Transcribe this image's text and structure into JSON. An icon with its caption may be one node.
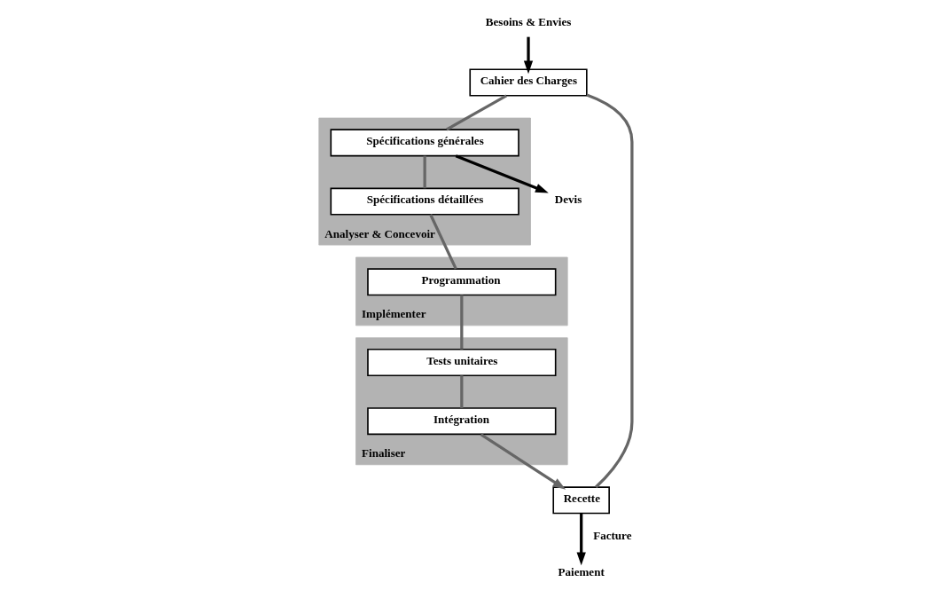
{
  "diagram": {
    "nodes": [
      {
        "text": [
          "Besoins & Envies"
        ]
      },
      {
        "text": [
          "Devis"
        ]
      },
      {
        "text": [
          "Cahier des Charges"
        ]
      },
      {
        "text": [
          "Recette"
        ]
      },
      {
        "text": [
          "Analyser & Concevoir"
        ]
      },
      {
        "text": [
          "Spécifications générales"
        ],
        "in": 4
      },
      {
        "text": [
          "Spécifications détaillées"
        ],
        "in": 4
      },
      {
        "text": [
          "Finaliser"
        ]
      },
      {
        "text": [
          "Intégration"
        ],
        "in": 7
      },
      {
        "text": [
          "Tests unitaires"
        ],
        "in": 7
      },
      {
        "text": [
          "Implémenter"
        ]
      },
      {
        "text": [
          "Programmation"
        ],
        "in": 10
      },
      {
        "text": [
          "Paiement"
        ]
      }
    ],
    "edges": [
      {
        "from": 0,
        "to": 2,
        "arrow": "to",
        "color": "#000000"
      },
      {
        "from": 2,
        "to": 3,
        "arrow": "none"
      },
      {
        "from": 2,
        "to": 5,
        "arrow": "none"
      },
      {
        "from": 5,
        "to": 1,
        "arrow": "to",
        "color": "#000000"
      },
      {
        "from": 5,
        "to": 6,
        "arrow": "none"
      },
      {
        "from": 6,
        "to": 11,
        "arrow": "none"
      },
      {
        "from": 11,
        "to": 9,
        "arrow": "none"
      },
      {
        "from": 9,
        "to": 8,
        "arrow": "none"
      },
      {
        "from": 8,
        "to": 3,
        "arrow": "to"
      },
      {
        "from": 3,
        "to": 12,
        "arrow": "to",
        "label": "Facture",
        "color": "#000000"
      }
    ]
  }
}
